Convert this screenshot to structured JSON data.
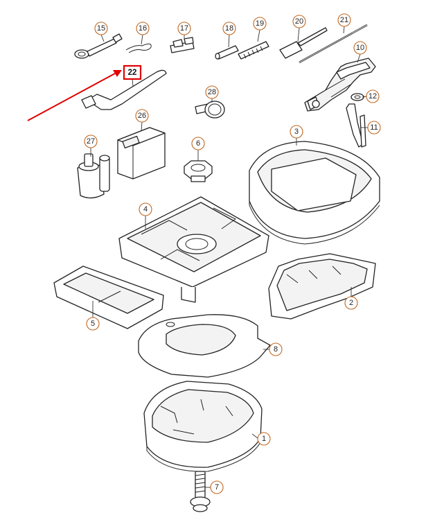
{
  "diagram": {
    "callouts": {
      "c1": "1",
      "c2": "2",
      "c3": "3",
      "c4": "4",
      "c5": "5",
      "c6": "6",
      "c7": "7",
      "c8": "8",
      "c10": "10",
      "c11": "11",
      "c12": "12",
      "c15": "15",
      "c16": "16",
      "c17": "17",
      "c18": "18",
      "c19": "19",
      "c20": "20",
      "c21": "21",
      "c26": "26",
      "c27": "27",
      "c28": "28"
    },
    "highlighted": {
      "label": "22",
      "color": "#e00000"
    },
    "callout_color": "#c0661f"
  }
}
